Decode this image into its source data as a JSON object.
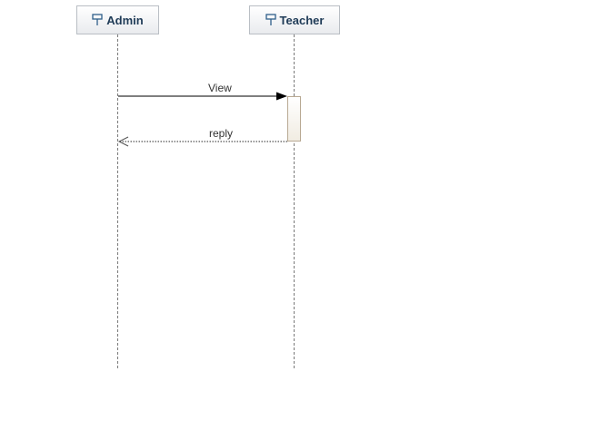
{
  "lifelines": [
    {
      "name": "Admin",
      "icon": "lifeline-icon"
    },
    {
      "name": "Teacher",
      "icon": "lifeline-icon"
    }
  ],
  "messages": [
    {
      "label": "View",
      "from": "Admin",
      "to": "Teacher",
      "kind": "synchronous"
    },
    {
      "label": "reply",
      "from": "Teacher",
      "to": "Admin",
      "kind": "return"
    }
  ],
  "colors": {
    "header_text": "#1f3b57",
    "icon": "#2f5f8a",
    "lifeline": "#7a7a7a",
    "activation_border": "#b8a993"
  }
}
